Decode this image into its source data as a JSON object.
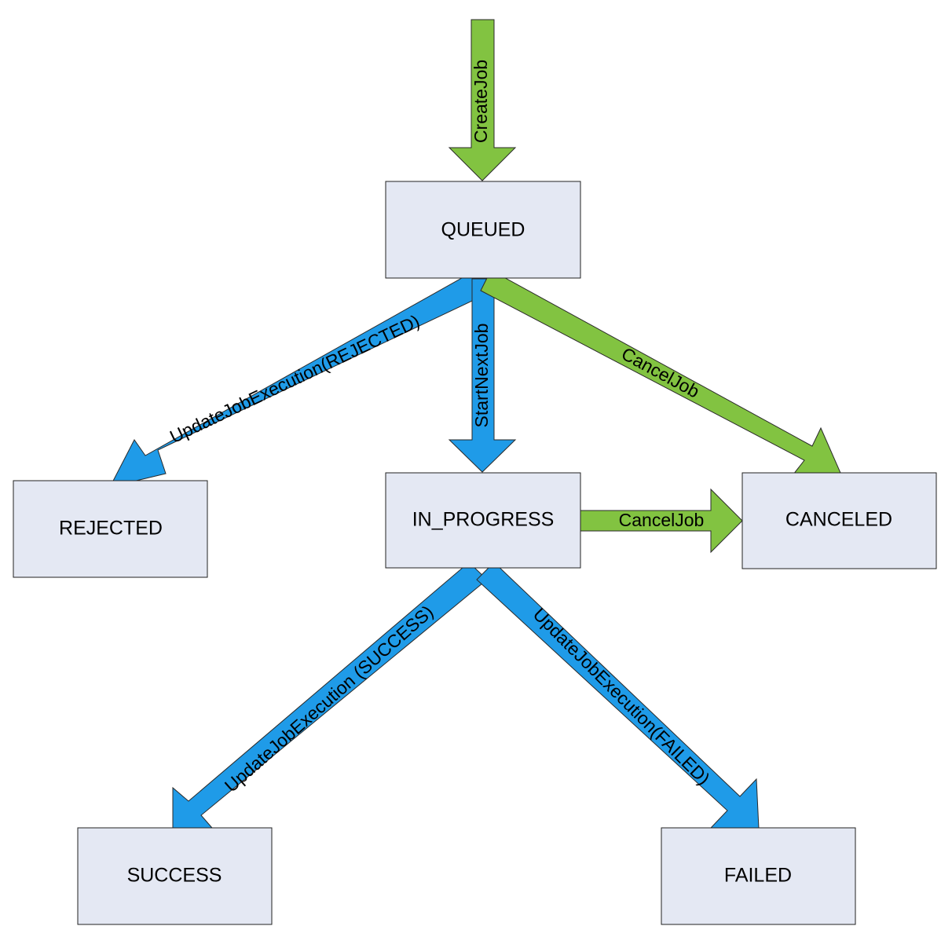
{
  "colors": {
    "api_green": "#82c341",
    "api_blue": "#1f9be8",
    "state_fill": "#e4e8f3"
  },
  "states": {
    "queued": "QUEUED",
    "in_progress": "IN_PROGRESS",
    "rejected": "REJECTED",
    "canceled": "CANCELED",
    "success": "SUCCESS",
    "failed": "FAILED"
  },
  "transitions": {
    "create_job": "CreateJob",
    "reject": "UpdateJobExecution(REJECTED)",
    "start_next_job": "StartNextJob",
    "cancel_job_from_queued": "CancelJob",
    "cancel_job_from_in_progress": "CancelJob",
    "success": "UpdateJobExecution (SUCCESS)",
    "failed": "UpdateJobExecution(FAILED)"
  }
}
